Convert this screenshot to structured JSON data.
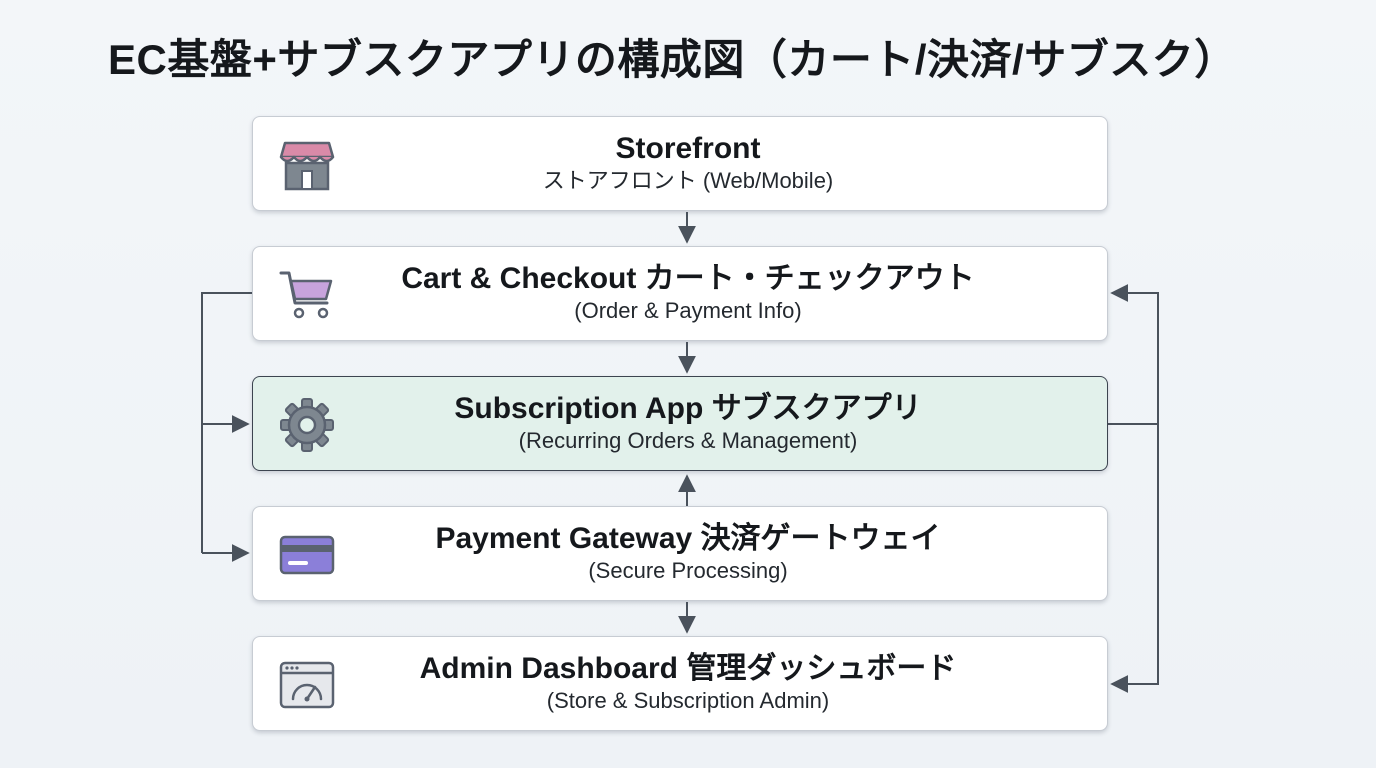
{
  "title": "EC基盤+サブスクアプリの構成図（カート/決済/サブスク）",
  "nodes": [
    {
      "id": "storefront",
      "main": "Storefront",
      "sub": "ストアフロント (Web/Mobile)",
      "icon": "store-icon",
      "highlight": false
    },
    {
      "id": "cart",
      "main": "Cart & Checkout カート・チェックアウト",
      "sub": "(Order & Payment Info)",
      "icon": "cart-icon",
      "highlight": false
    },
    {
      "id": "subscription",
      "main": "Subscription App サブスクアプリ",
      "sub": "(Recurring Orders & Management)",
      "icon": "gear-icon",
      "highlight": true
    },
    {
      "id": "payment",
      "main": "Payment Gateway 決済ゲートウェイ",
      "sub": "(Secure Processing)",
      "icon": "credit-card-icon",
      "highlight": false
    },
    {
      "id": "admin",
      "main": "Admin Dashboard 管理ダッシュボード",
      "sub": "(Store & Subscription Admin)",
      "icon": "dashboard-icon",
      "highlight": false
    }
  ],
  "edges": [
    {
      "from": "storefront",
      "to": "cart"
    },
    {
      "from": "cart",
      "to": "subscription"
    },
    {
      "from": "payment",
      "to": "subscription"
    },
    {
      "from": "payment",
      "to": "admin"
    },
    {
      "from": "cart",
      "to": "subscription"
    },
    {
      "from": "cart",
      "to": "payment"
    },
    {
      "from": "subscription",
      "to": "cart"
    },
    {
      "from": "subscription",
      "to": "admin"
    }
  ],
  "colors": {
    "background": "#f1f5f8",
    "box_border": "#c7ccd3",
    "highlight_fill": "#e2f1eb",
    "highlight_border": "#3c4450",
    "connector": "#4a525c",
    "store_awning": "#d98aa8",
    "store_body": "#7e8790",
    "cart_fill": "#c7a3dc",
    "card_fill": "#8b7fd9",
    "icon_stroke": "#5a6270"
  }
}
